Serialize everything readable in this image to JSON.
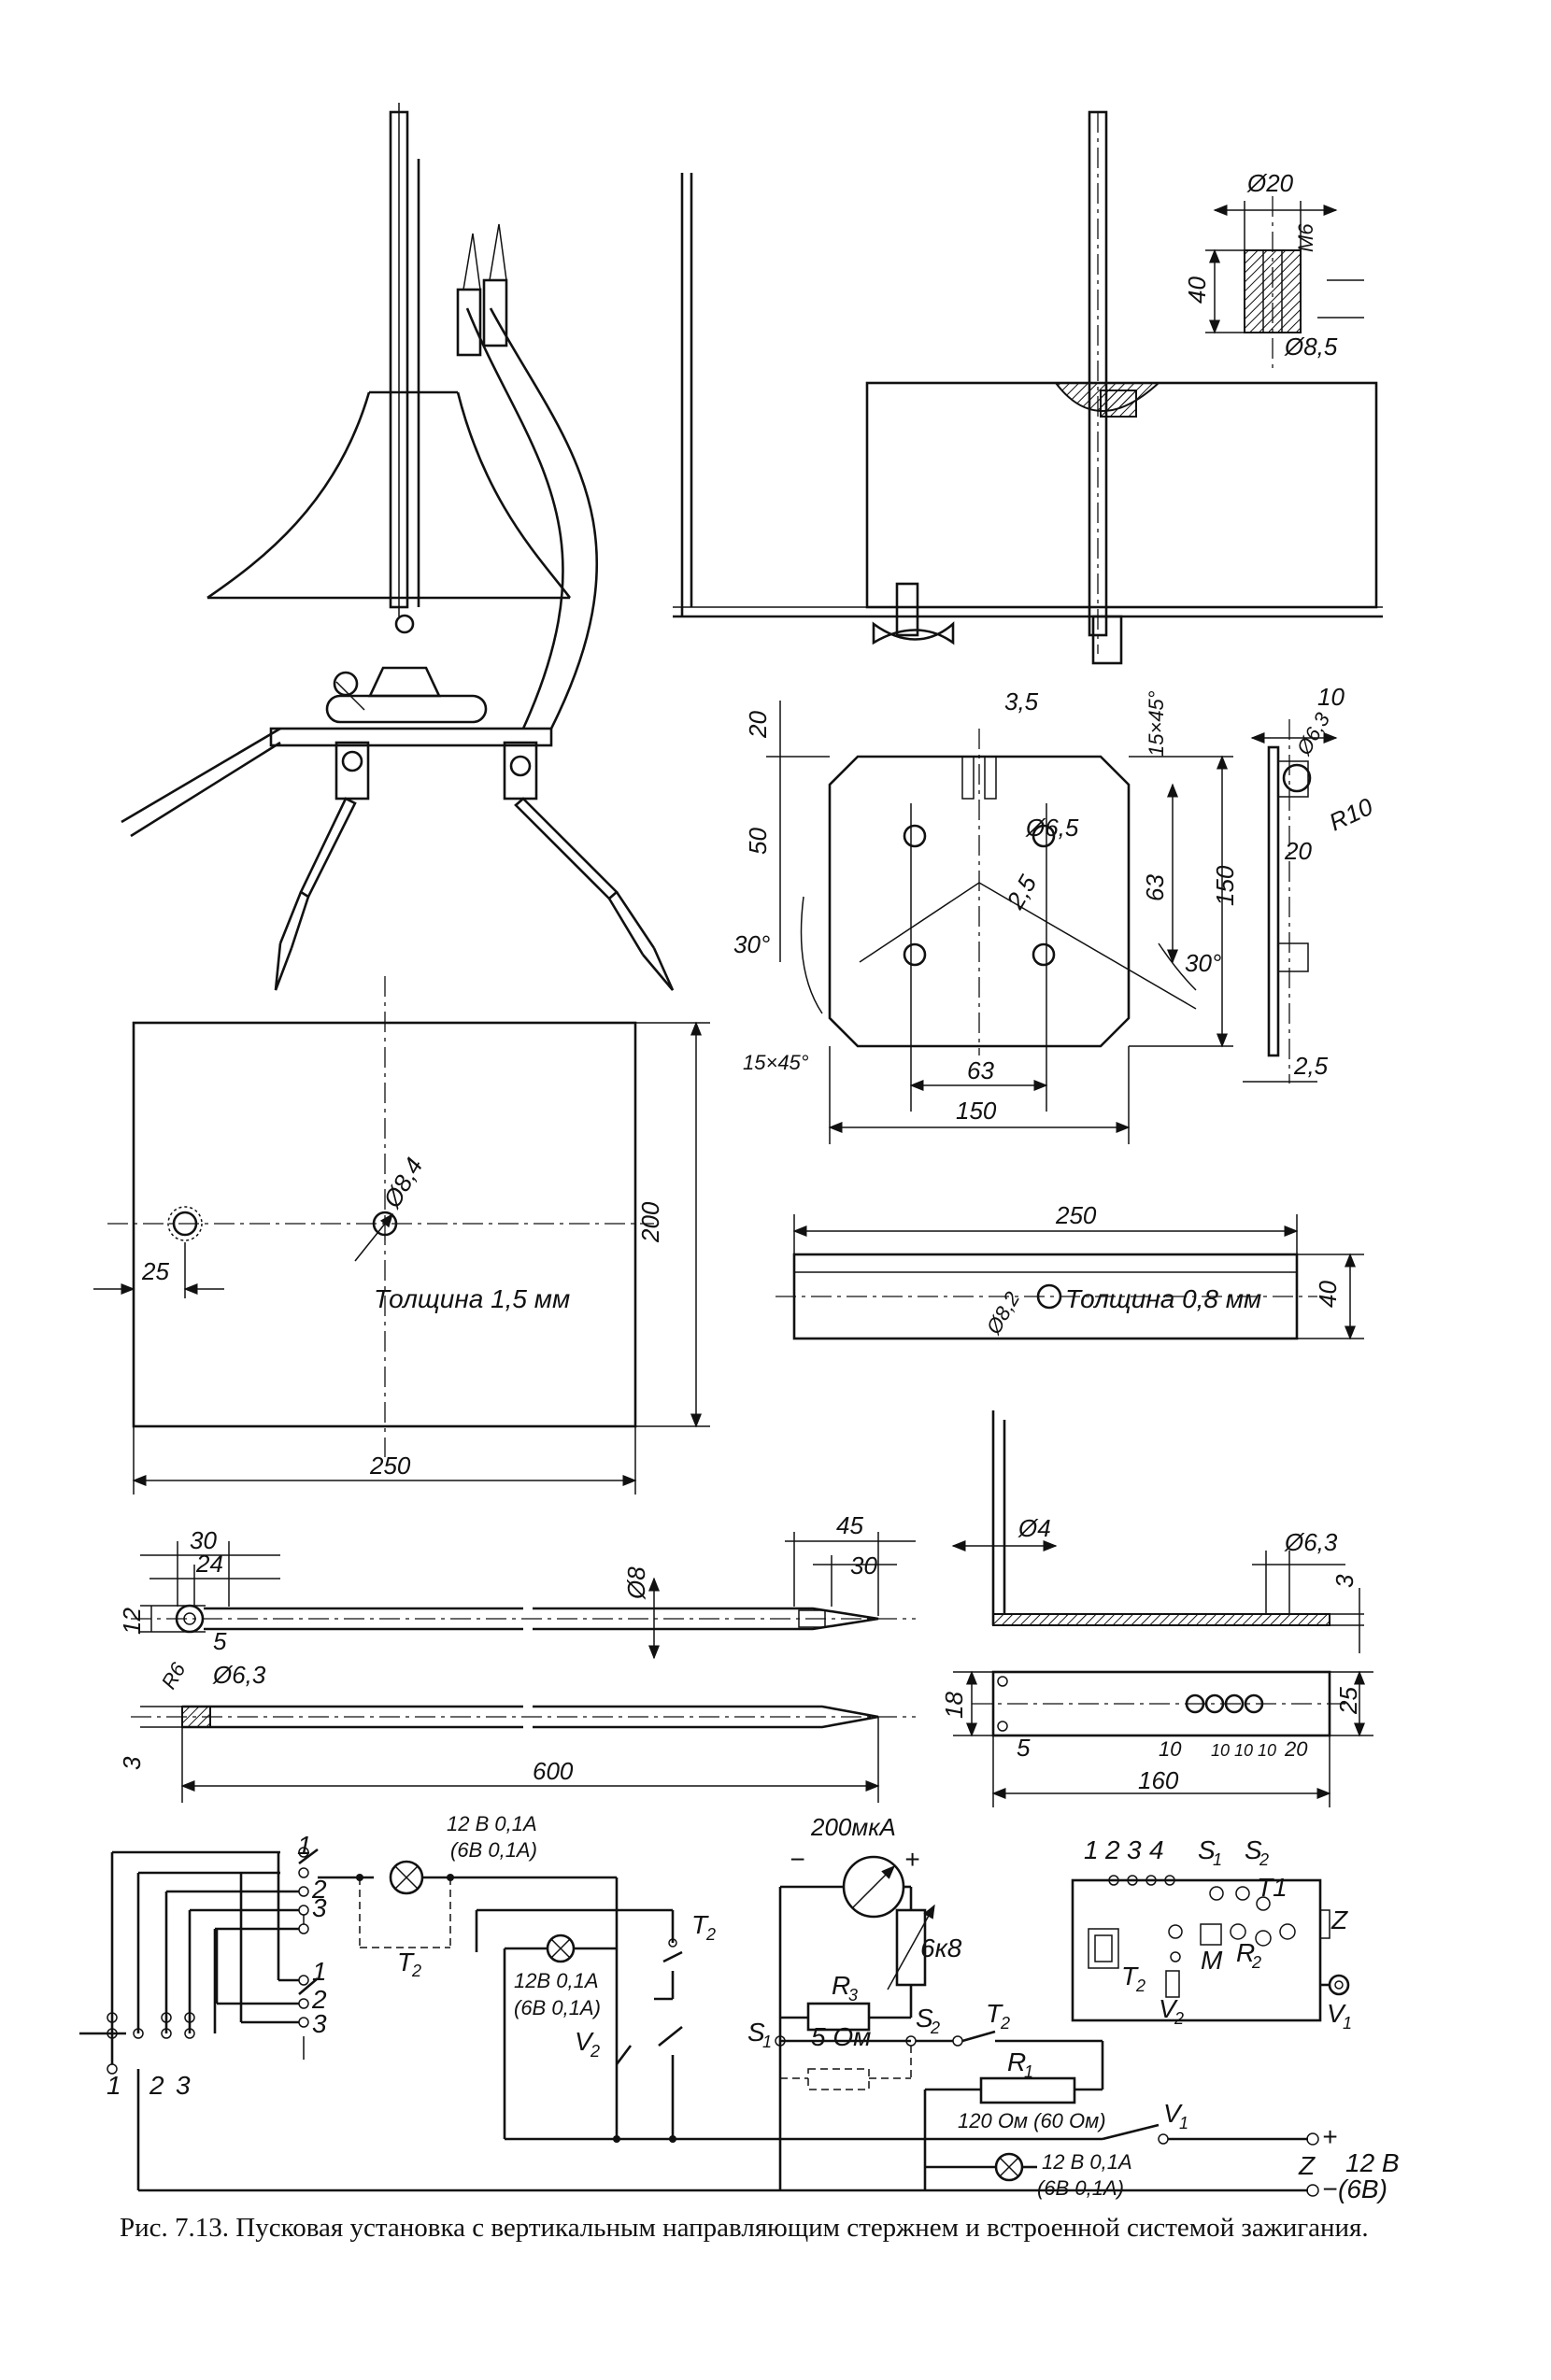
{
  "caption": "Рис. 7.13. Пусковая установка с вертикальным направляющим стержнем и встроенной системой зажигания.",
  "dims": {
    "d20": "Ø20",
    "m6": "M6",
    "h40": "40",
    "d85": "Ø8,5",
    "d35": "3,5",
    "c15x45_top": "15×45°",
    "d10": "10",
    "d63r": "Ø6,3",
    "r10": "R10",
    "d20v": "20",
    "d50": "50",
    "d65": "Ø6,5",
    "d63v": "63",
    "d150v": "150",
    "d20b": "20",
    "a30l": "30°",
    "d25s": "2,5",
    "a30r": "30°",
    "c15x45": "15×45°",
    "d63h": "63",
    "d150h": "150",
    "d25r": "2,5",
    "d250a": "250",
    "d84": "Ø8,4",
    "d200": "200",
    "d25": "25",
    "thick15": "Толщина 1,5 мм",
    "w250a": "250",
    "d250b": "250",
    "d82": "Ø8,2",
    "thick08": "Толщина 0,8 мм",
    "d40b": "40",
    "d30": "30",
    "d24": "24",
    "d12": "12",
    "d5a": "5",
    "r6": "R6",
    "d63c": "Ø6,3",
    "d45": "45",
    "d30b": "30",
    "d8": "Ø8",
    "d3": "3",
    "d600": "600",
    "d4": "Ø4",
    "d63e": "Ø6,3",
    "d3e": "3",
    "d18": "18",
    "d5e": "5",
    "d10e": "10",
    "d10x3": "10 10 10",
    "d20e": "20",
    "d25e": "25",
    "d160": "160"
  },
  "circuit": {
    "sw_left_1": "1",
    "sw_left_2": "2",
    "sw_left_3": "3",
    "sw_a_1": "1",
    "sw_a_2": "2",
    "sw_a_3": "3",
    "sw_b_1": "1",
    "sw_b_2": "2",
    "sw_b_3": "3",
    "lamp1": "12 В 0,1А",
    "lamp1b": "(6В 0,1А)",
    "t2a": "T",
    "t2a_sub": "2",
    "lamp2": "12В 0,1А",
    "lamp2b": "(6В 0,1А)",
    "t2b": "T",
    "t2b_sub": "2",
    "v2": "V",
    "v2_sub": "2",
    "meter": "200мкА",
    "minus": "−",
    "plus": "+",
    "r6k8": "6к8",
    "r3": "R",
    "r3_sub": "3",
    "r5": "5 Ом",
    "s1": "S",
    "s1_sub": "1",
    "s2": "S",
    "s2_sub": "2",
    "t2c": "T",
    "t2c_sub": "2",
    "r1": "R",
    "r1_sub": "1",
    "r120": "120 Ом (60 Ом)",
    "v1": "V",
    "v1_sub": "1",
    "lamp3": "12 В 0,1А",
    "lamp3b": "(6В 0,1А)",
    "z": "Z",
    "plus_out": "+",
    "v12": "12 В",
    "v6": "(6В)",
    "minus_out": "−"
  },
  "panel": {
    "n1": "1",
    "n2": "2",
    "n3": "3",
    "n4": "4",
    "s1": "S",
    "s1_sub": "1",
    "s2": "S",
    "s2_sub": "2",
    "t1": "T1",
    "z": "Z",
    "t2": "T",
    "t2_sub": "2",
    "m": "M",
    "r2": "R",
    "r2_sub": "2",
    "v2": "V",
    "v2_sub": "2",
    "v1": "V",
    "v1_sub": "1"
  }
}
